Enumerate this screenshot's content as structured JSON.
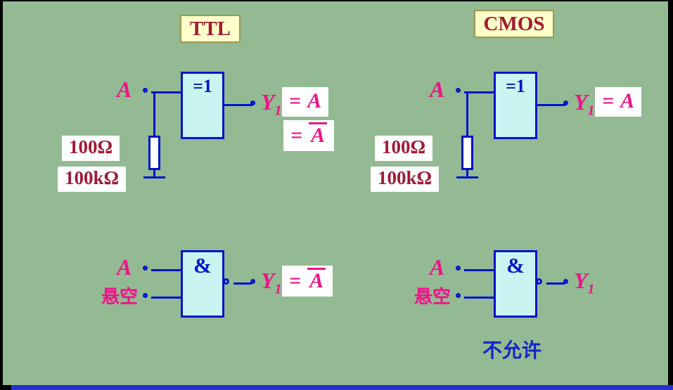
{
  "palette": {
    "background": "#93BA93",
    "wire_blue": "#0014CB",
    "gate_fill": "#C9F4F2",
    "magenta": "#EC1389",
    "dark_red": "#A01A35",
    "header_fill": "#FFFFC9",
    "note_blue": "#1326C9",
    "bottom_bar_blue": "#2633CF"
  },
  "headers": {
    "ttl": "TTL",
    "cmos": "CMOS"
  },
  "circuits": {
    "ttl_buffer": {
      "input": "A",
      "gate": "=1",
      "r_small": "100Ω",
      "r_large": "100kΩ",
      "y": "Y",
      "y_sub": "1",
      "eq1_prefix": "=",
      "eq1_var": "A",
      "eq2_prefix": "=",
      "eq2_var": "A"
    },
    "cmos_buffer": {
      "input": "A",
      "gate": "=1",
      "r_small": "100Ω",
      "r_large": "100kΩ",
      "y": "Y",
      "y_sub": "1",
      "eq1_prefix": "=",
      "eq1_var": "A"
    },
    "ttl_nand": {
      "input": "A",
      "floating": "悬空",
      "gate": "&",
      "y": "Y",
      "y_sub": "1",
      "eq_prefix": "=",
      "eq_var": "A"
    },
    "cmos_nand": {
      "input": "A",
      "floating": "悬空",
      "gate": "&",
      "y": "Y",
      "y_sub": "1",
      "note": "不允许"
    }
  }
}
